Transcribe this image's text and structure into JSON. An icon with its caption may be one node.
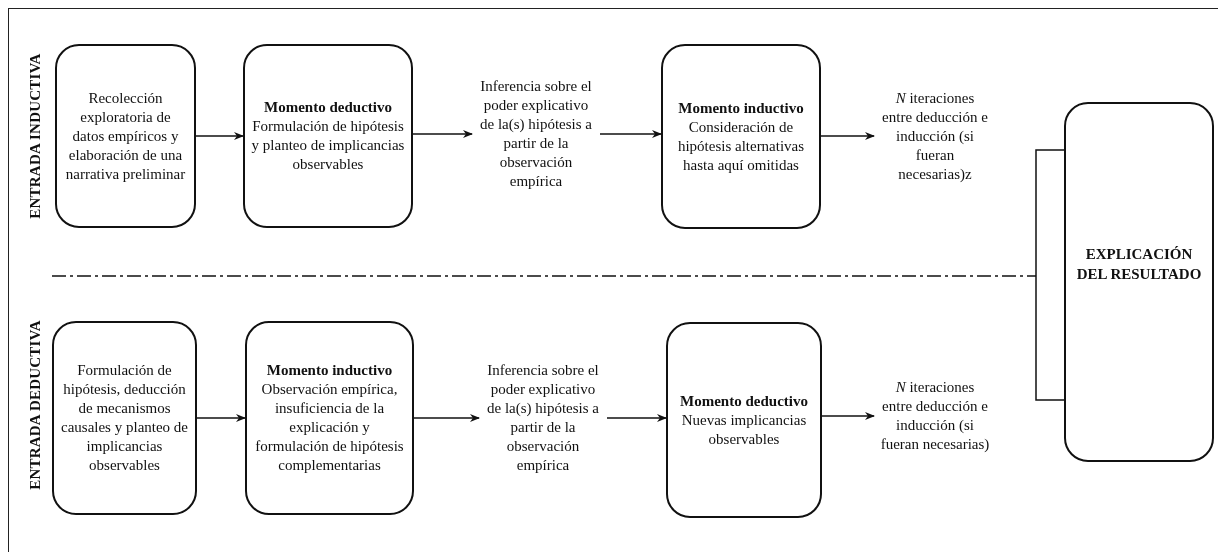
{
  "diagram": {
    "nodes": [
      {
        "text": [
          "Recolección exploratoria de datos empíricos y elaboración de una narrativa preliminar"
        ]
      },
      {
        "text": [
          "Momento deductivo",
          "Formulación de hipótesis y planteo de implicancias observables"
        ]
      },
      {
        "text": [
          "Inferencia sobre el poder explicativo de la(s) hipótesis a partir de la observación empírica"
        ]
      },
      {
        "text": [
          "Momento inductivo",
          "Consideración de hipótesis alternativas hasta aquí omitidas"
        ]
      },
      {
        "text": [
          "*N* iteraciones entre deducción e inducción (si fueran necesarias)z"
        ]
      },
      {
        "text": [
          "EXPLICACIÓN DEL RESULTADO"
        ]
      },
      {
        "text": [
          "Formulación de hipótesis, deducción de mecanismos causales y planteo de implicancias observables"
        ]
      },
      {
        "text": [
          "Momento inductivo",
          "Observación empírica, insuficiencia de la explicación y formulación de hipótesis complementarias"
        ]
      },
      {
        "text": [
          "Inferencia sobre el poder explicativo de la(s) hipótesis a partir de la observación empírica"
        ]
      },
      {
        "text": [
          "Momento deductivo",
          "Nuevas implicancias observables"
        ]
      },
      {
        "text": [
          "*N* iteraciones entre deducción e inducción (si fueran necesarias)"
        ]
      }
    ],
    "edges": [
      {
        "from": 0,
        "to": 1,
        "arrow": "to"
      },
      {
        "from": 1,
        "to": 2,
        "arrow": "to"
      },
      {
        "from": 2,
        "to": 3,
        "arrow": "to"
      },
      {
        "from": 3,
        "to": 4,
        "arrow": "to"
      },
      {
        "from": 6,
        "to": 7,
        "arrow": "to"
      },
      {
        "from": 7,
        "to": 8,
        "arrow": "to"
      },
      {
        "from": 8,
        "to": 9,
        "arrow": "to"
      },
      {
        "from": 9,
        "to": 10,
        "arrow": "to"
      }
    ],
    "labels": [
      "ENTRADA INDUCTIVA",
      "ENTRADA DEDUCTIVA"
    ]
  }
}
